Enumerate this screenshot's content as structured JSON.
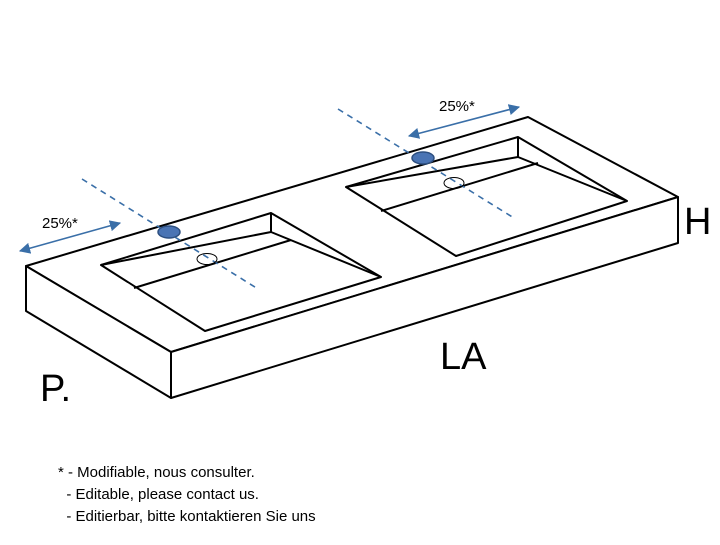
{
  "labels": {
    "width": "LA",
    "depth": "P.",
    "height": "H",
    "offset_left": "25%*",
    "offset_right": "25%*"
  },
  "notes": [
    "* - Modifiable, nous consulter.",
    "  - Editable, please contact us.",
    "  - Editierbar, bitte kontaktieren Sie uns"
  ],
  "colors": {
    "outline": "#000000",
    "dimension_arrow": "#3a6fa8",
    "axis_dash": "#3a6fa8",
    "tap_hole_fill": "#4a74b4",
    "tap_hole_stroke": "#2d4f80"
  }
}
